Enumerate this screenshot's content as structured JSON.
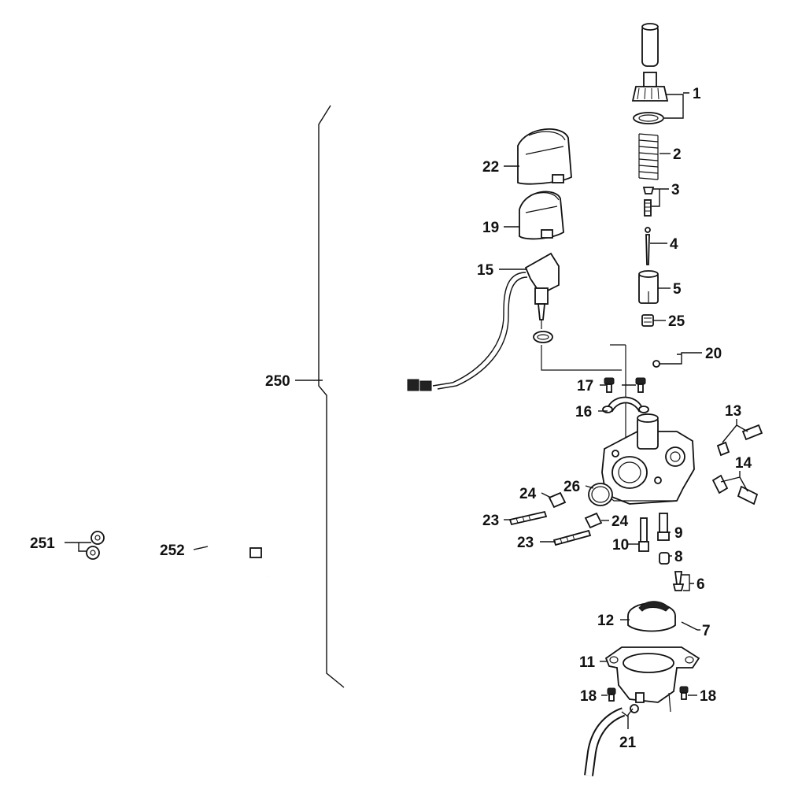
{
  "diagram": {
    "callouts": [
      {
        "id": "1",
        "label": "1"
      },
      {
        "id": "2",
        "label": "2"
      },
      {
        "id": "3",
        "label": "3"
      },
      {
        "id": "4",
        "label": "4"
      },
      {
        "id": "5",
        "label": "5"
      },
      {
        "id": "25",
        "label": "25"
      },
      {
        "id": "20",
        "label": "20"
      },
      {
        "id": "22",
        "label": "22"
      },
      {
        "id": "19",
        "label": "19"
      },
      {
        "id": "15",
        "label": "15"
      },
      {
        "id": "17",
        "label": "17"
      },
      {
        "id": "16",
        "label": "16"
      },
      {
        "id": "13",
        "label": "13"
      },
      {
        "id": "14",
        "label": "14"
      },
      {
        "id": "26",
        "label": "26"
      },
      {
        "id": "24a",
        "label": "24"
      },
      {
        "id": "24b",
        "label": "24"
      },
      {
        "id": "23a",
        "label": "23"
      },
      {
        "id": "23b",
        "label": "23"
      },
      {
        "id": "9",
        "label": "9"
      },
      {
        "id": "10",
        "label": "10"
      },
      {
        "id": "8",
        "label": "8"
      },
      {
        "id": "6",
        "label": "6"
      },
      {
        "id": "12",
        "label": "12"
      },
      {
        "id": "7",
        "label": "7"
      },
      {
        "id": "11",
        "label": "11"
      },
      {
        "id": "18a",
        "label": "18"
      },
      {
        "id": "18b",
        "label": "18"
      },
      {
        "id": "21",
        "label": "21"
      },
      {
        "id": "250",
        "label": "250"
      },
      {
        "id": "251",
        "label": "251"
      },
      {
        "id": "252",
        "label": "252"
      }
    ]
  }
}
